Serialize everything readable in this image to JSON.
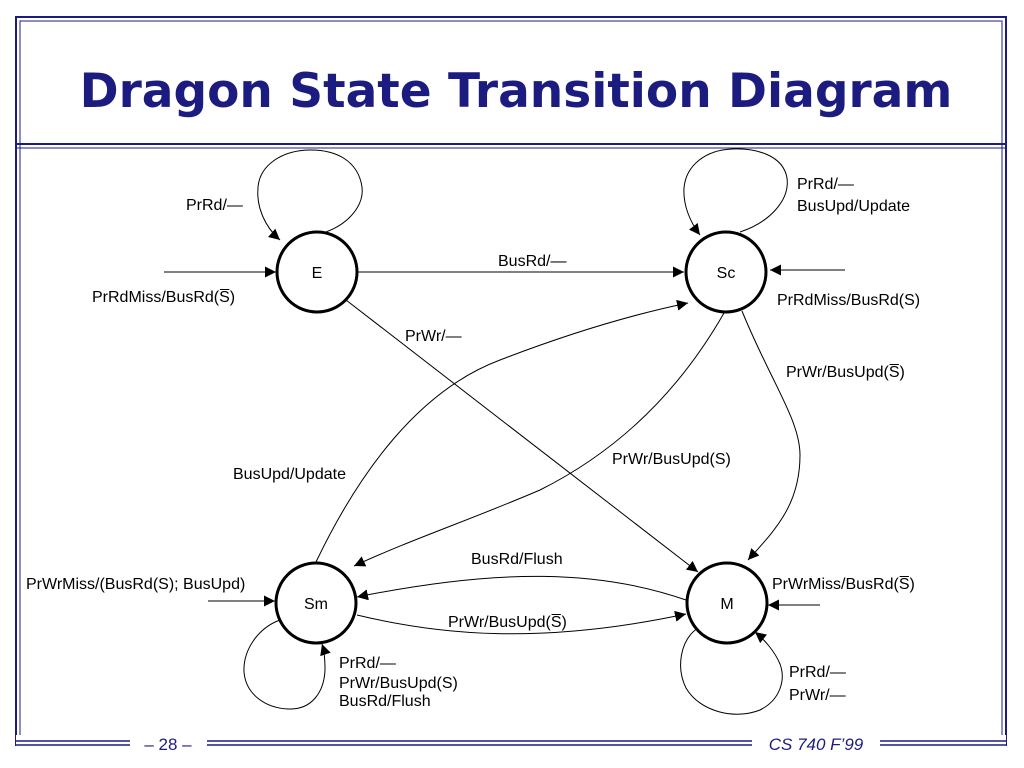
{
  "slide": {
    "title": "Dragon State Transition Diagram",
    "footer": {
      "page": "– 28 –",
      "course": "CS 740 F’99"
    },
    "colors": {
      "title": "#1c1c80",
      "frame": "#1c1c80",
      "diagram": "#000000"
    }
  },
  "diagram": {
    "states": {
      "E": "E",
      "Sc": "Sc",
      "Sm": "Sm",
      "M": "M"
    },
    "labels": {
      "e_self": "PrRd/—",
      "e_in": "PrRdMiss/BusRd(S̅)",
      "sc_self_1": "PrRd/—",
      "sc_self_2": "BusUpd/Update",
      "sc_in": "PrRdMiss/BusRd(S)",
      "e_to_sc": "BusRd/—",
      "e_to_m": "PrWr/—",
      "sc_to_m": "PrWr/BusUpd(S̅)",
      "sm_to_sc": "BusUpd/Update",
      "sc_to_sm": "PrWr/BusUpd(S)",
      "m_to_sm": "BusRd/Flush",
      "sm_to_m": "PrWr/BusUpd(S̅)",
      "sm_in": "PrWrMiss/(BusRd(S); BusUpd)",
      "m_in": "PrWrMiss/BusRd(S̅)",
      "sm_self_1": "PrRd/—",
      "sm_self_2": "PrWr/BusUpd(S)",
      "sm_self_3": "BusRd/Flush",
      "m_self_1": "PrRd/—",
      "m_self_2": "PrWr/—"
    }
  }
}
